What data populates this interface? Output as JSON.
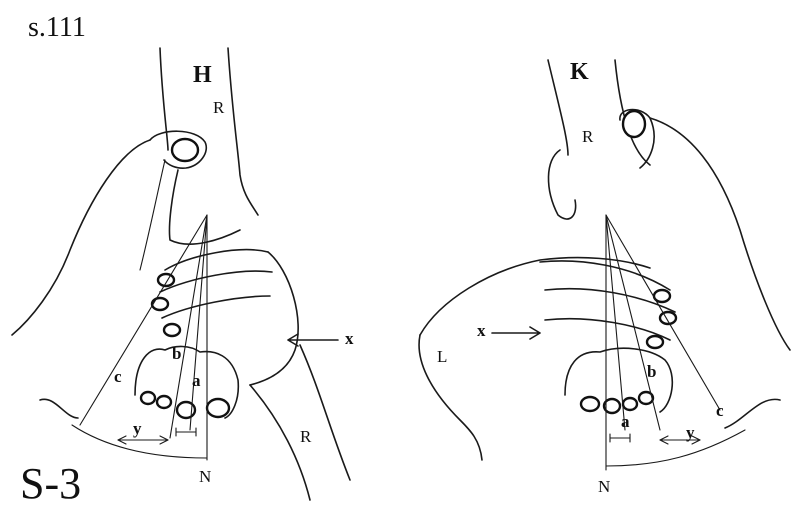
{
  "page_ref": "s.111",
  "figure_id": "S-3",
  "left_panel": {
    "title": "H",
    "side_upper": "R",
    "side_lower": "R",
    "label_x": "x",
    "line_a": "a",
    "line_b": "b",
    "line_c": "c",
    "label_y": "y",
    "axis_n": "N"
  },
  "right_panel": {
    "title": "K",
    "side_upper": "R",
    "side_left": "L",
    "label_x": "x",
    "line_a": "a",
    "line_b": "b",
    "line_c": "c",
    "label_y": "y",
    "axis_n": "N"
  }
}
